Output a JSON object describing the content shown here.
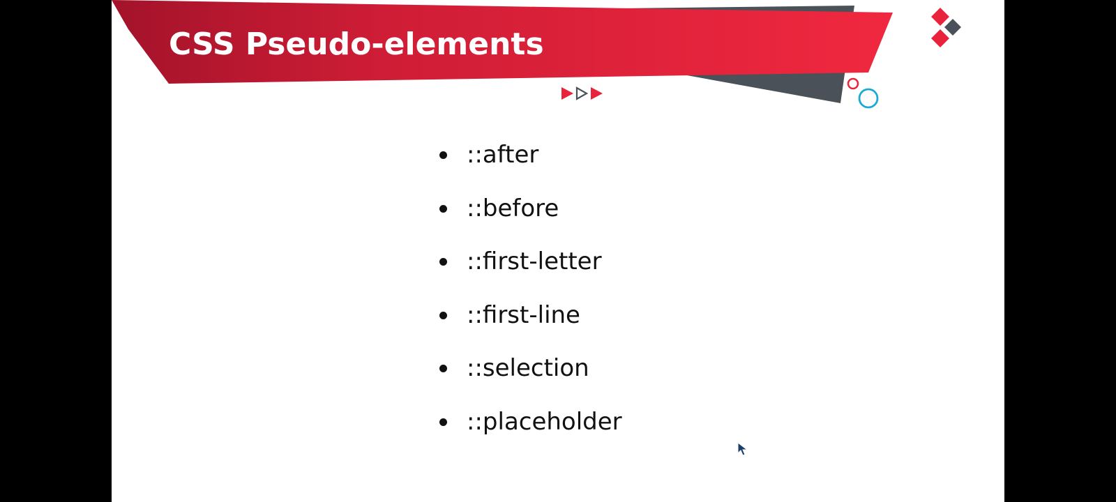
{
  "slide": {
    "title": "CSS Pseudo-elements",
    "bullets": [
      "::after",
      "::before",
      "::first-letter",
      "::first-line",
      "::selection",
      "::placeholder"
    ]
  },
  "theme": {
    "accent_red": "#e8233b",
    "dark_red": "#b5162c",
    "slate_gray": "#4a5158",
    "cyan": "#1aa9d6",
    "background": "#ffffff",
    "text": "#111111"
  },
  "icons": {
    "decor_arrows": "triple-arrow-icon",
    "decor_diamonds": "diamond-logo-icon",
    "decor_circles": "circle-rings-icon",
    "pointer": "mouse-pointer-icon"
  }
}
